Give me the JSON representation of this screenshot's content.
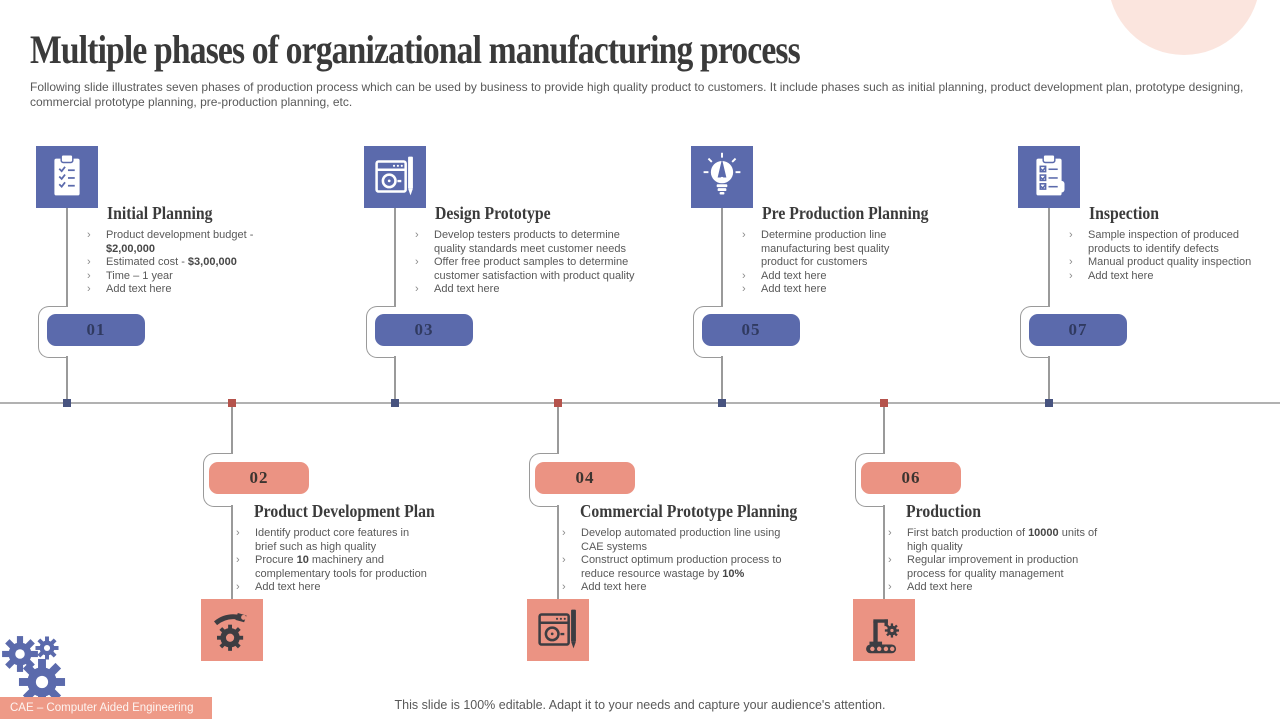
{
  "slide": {
    "title": "Multiple phases of organizational manufacturing process",
    "subtitle": "Following slide illustrates seven phases of production process which can be used by business to provide high quality product to customers. It include phases such as initial planning, product development plan, prototype designing, commercial prototype planning, pre-production planning, etc.",
    "footer": "This slide is 100% editable. Adapt it to your needs and capture your audience's attention.",
    "cae_label": "CAE – Computer Aided Engineering"
  },
  "colors": {
    "blue": "#5b6aac",
    "salmon": "#eb9383",
    "badge_text_blue": "#303a60",
    "badge_text_salmon": "#3c3430",
    "node_blue": "#47537f",
    "node_red": "#b5534c",
    "pink_circle": "#fbe5de",
    "icon_dark": "#3d3d42",
    "line_gray": "#9a9a9a"
  },
  "phases": [
    {
      "number": "01",
      "title": "Initial Planning",
      "side": "top",
      "icon": "clipboard-list-icon",
      "bullets": [
        "Product development budget - **$2,00,000**",
        "Estimated cost - **$3,00,000**",
        "Time – 1 year",
        "Add text here"
      ]
    },
    {
      "number": "02",
      "title": "Product Development Plan",
      "side": "bottom",
      "icon": "gear-wrench-icon",
      "bullets": [
        "Identify product core features in brief such as high quality",
        "Procure **10** machinery and complementary tools for production",
        "Add text here"
      ]
    },
    {
      "number": "03",
      "title": "Design Prototype",
      "side": "top",
      "icon": "blueprint-icon",
      "bullets": [
        "Develop testers products to determine quality standards meet customer needs",
        "Offer free product samples to determine customer satisfaction with product quality",
        "Add text here"
      ]
    },
    {
      "number": "04",
      "title": "Commercial Prototype Planning",
      "side": "bottom",
      "icon": "blueprint-icon",
      "bullets": [
        "Develop automated production line using CAE systems",
        "Construct optimum production process to reduce resource wastage by **10%**",
        "Add text here"
      ]
    },
    {
      "number": "05",
      "title": "Pre Production Planning",
      "side": "top",
      "icon": "idea-bulb-icon",
      "bullets": [
        "Determine production line manufacturing best quality product for customers",
        "Add text here",
        "Add text here"
      ]
    },
    {
      "number": "06",
      "title": "Production",
      "side": "bottom",
      "icon": "assembly-line-icon",
      "bullets": [
        "First batch production of **10000** units of high quality",
        "Regular improvement in production process for quality management",
        "Add text here"
      ]
    },
    {
      "number": "07",
      "title": "Inspection",
      "side": "top",
      "icon": "clipboard-check-icon",
      "bullets": [
        "Sample inspection of produced products to identify defects",
        "Manual product quality inspection",
        "Add text here"
      ]
    }
  ]
}
